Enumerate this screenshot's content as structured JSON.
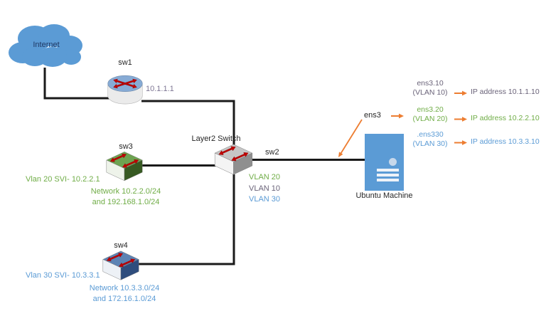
{
  "nodes": {
    "internet": {
      "label": "Internet"
    },
    "sw1": {
      "label": "sw1",
      "ip": "10.1.1.1"
    },
    "layer2_switch": {
      "title": "Layer2 Switch",
      "name": "sw2",
      "vlans": [
        "VLAN 20",
        "VLAN 10",
        "VLAN 30"
      ]
    },
    "sw3": {
      "label": "sw3",
      "svi": "Vlan 20 SVI- 10.2.2.1",
      "networks": [
        "Network 10.2.2.0/24",
        "and 192.168.1.0/24"
      ]
    },
    "sw4": {
      "label": "sw4",
      "svi": "Vlan 30 SVI- 10.3.3.1",
      "networks": [
        "Network 10.3.3.0/24",
        "and 172.16.1.0/24"
      ]
    },
    "ubuntu": {
      "label": "Ubuntu Machine",
      "interface": "ens3"
    }
  },
  "subinterfaces": [
    {
      "name": "ens3.10",
      "vlan": "(VLAN 10)",
      "ip": "IP address 10.1.1.10",
      "color": "#6A6379"
    },
    {
      "name": "ens3.20",
      "vlan": "(VLAN 20)",
      "ip": "IP address 10.2.2.10",
      "color": "#70AD47"
    },
    {
      "name": ".ens330",
      "vlan": "(VLAN 30)",
      "ip": "IP address 10.3.3.10",
      "color": "#5B9BD5"
    }
  ],
  "icons": {
    "internet": "cloud-shape",
    "sw1": "router-cylinder-red-arrows",
    "switches": "3d-switch-red-arrows",
    "ubuntu": "server-tower"
  },
  "colors": {
    "cloud_blue": "#5B9BD5",
    "vlan20_green": "#70AD47",
    "vlan10_gray_purple": "#6A6379",
    "vlan30_blue": "#5B9BD5",
    "sw1_ip_purple": "#7E7694",
    "arrow_orange": "#ED7D31",
    "connector_black": "#1a1a1a",
    "device_arrow_red": "#C00000"
  }
}
